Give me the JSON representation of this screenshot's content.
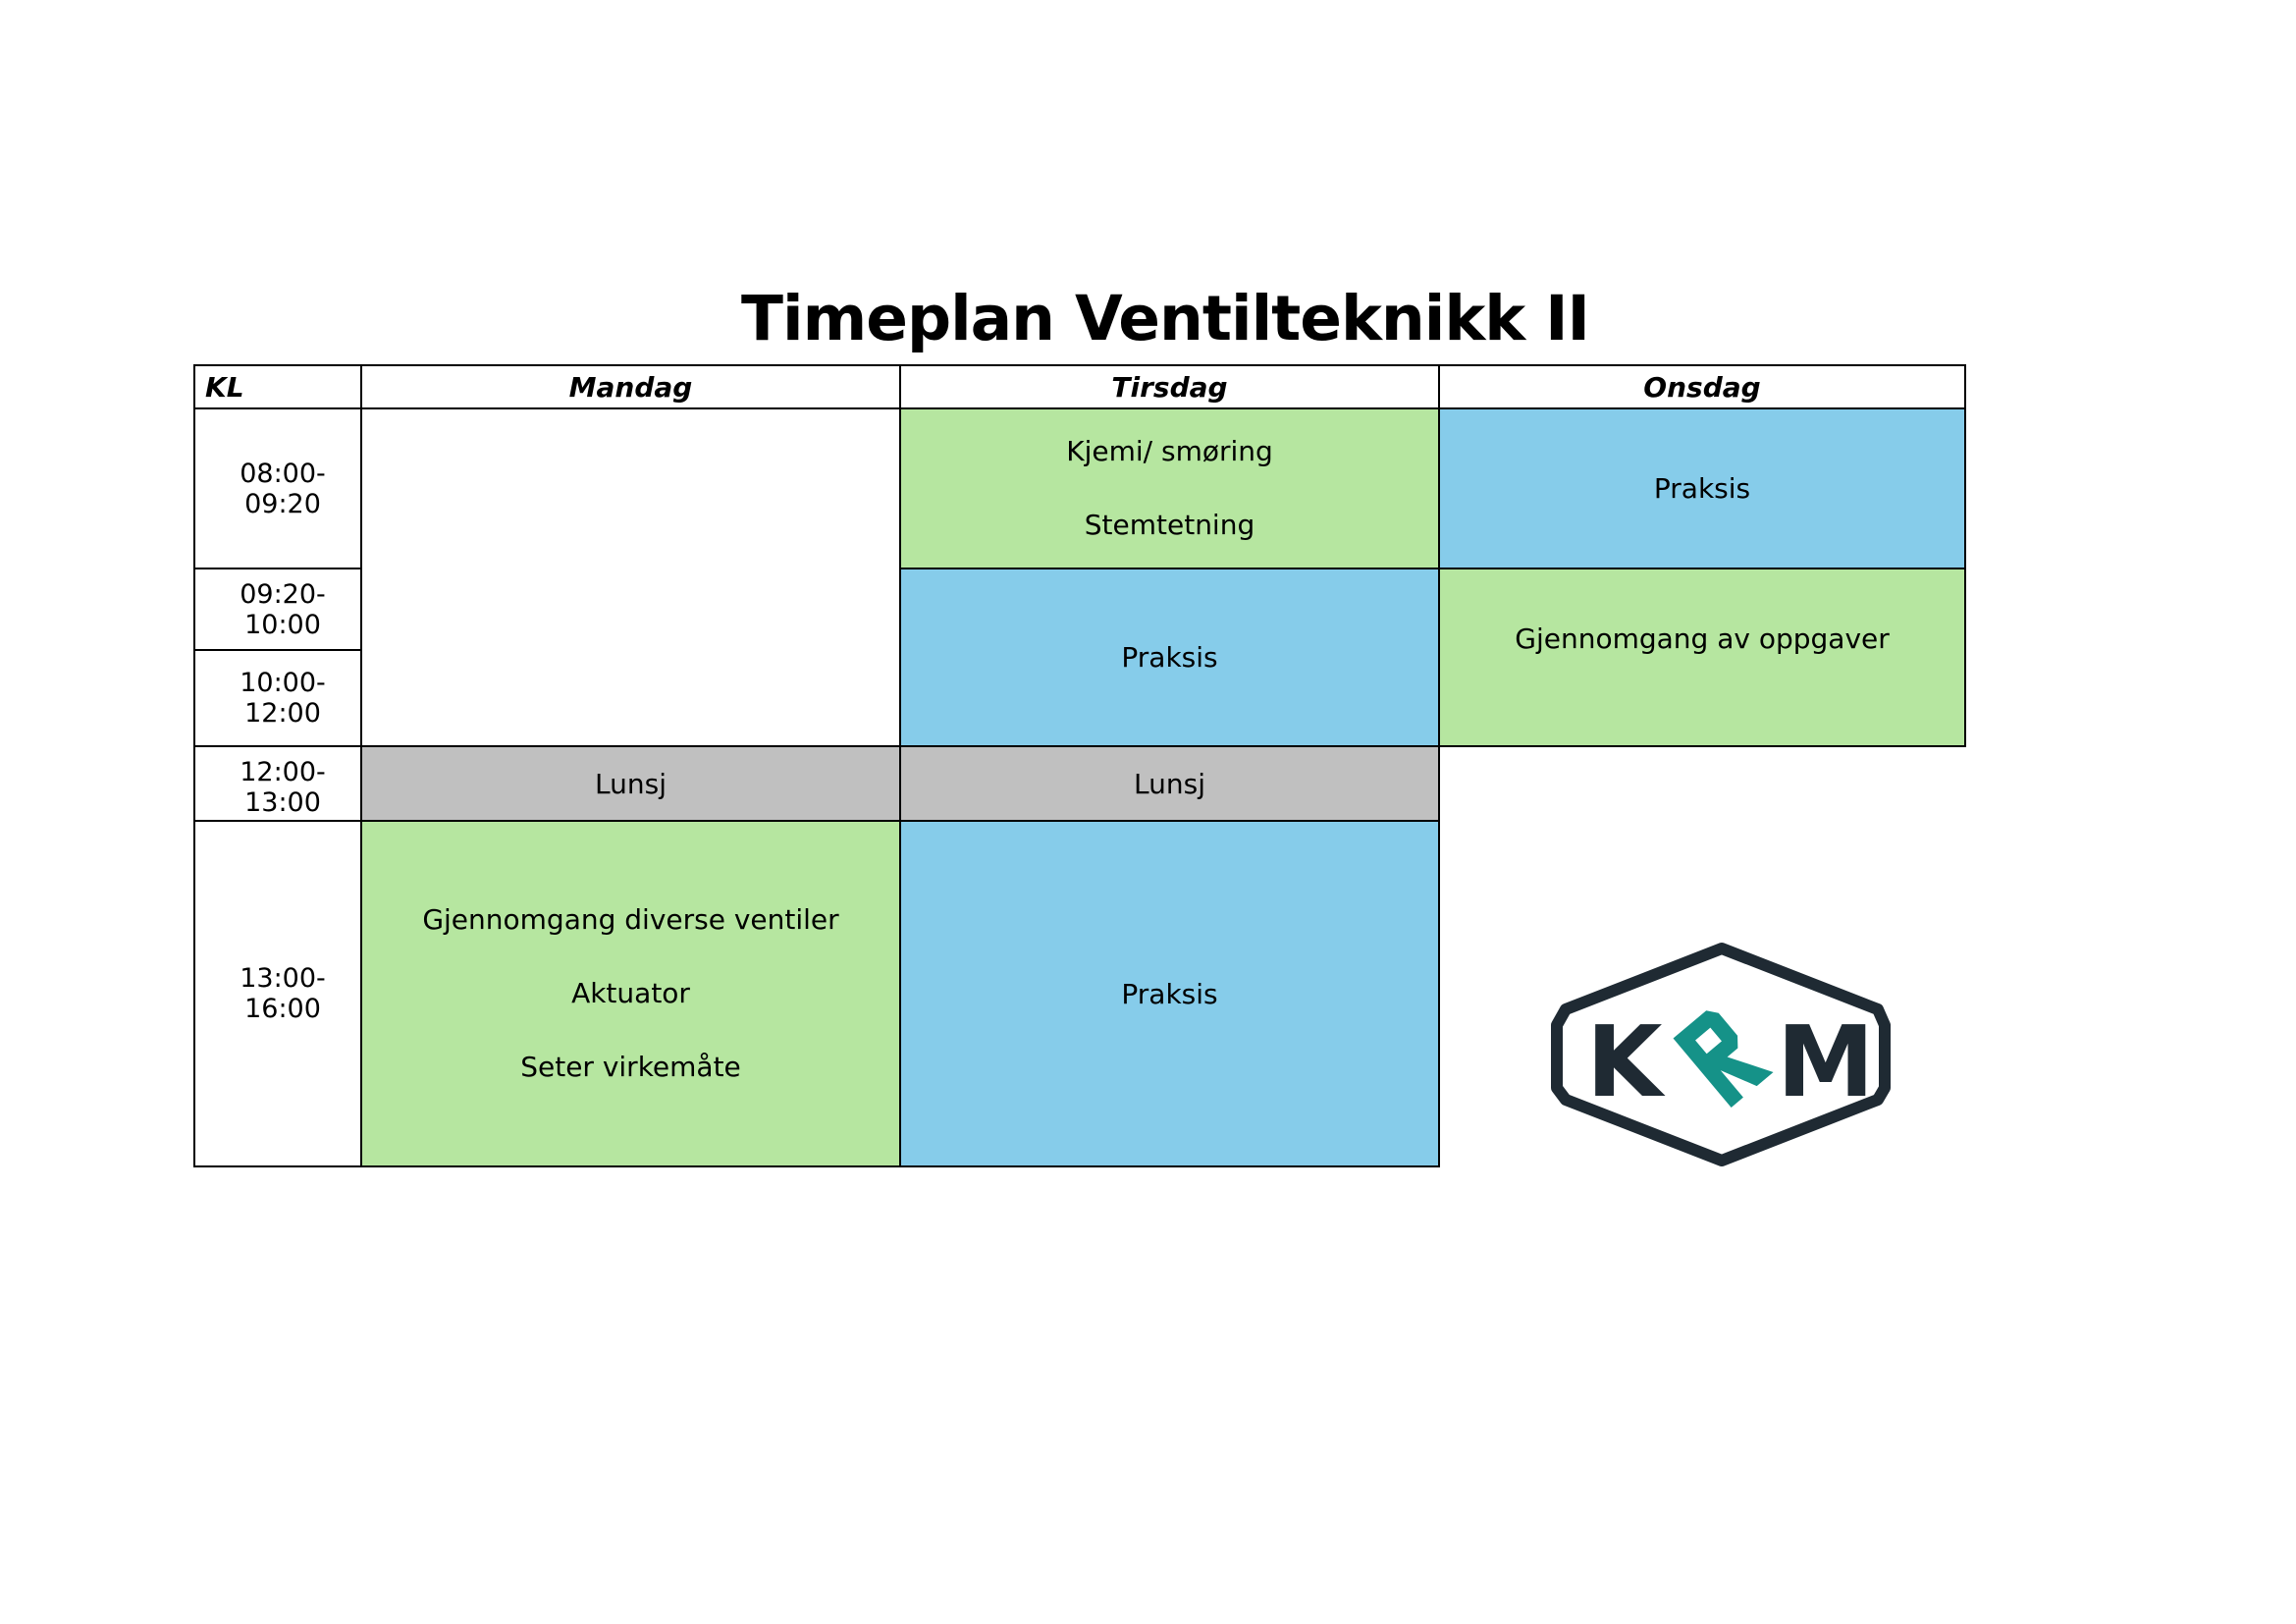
{
  "title": "Timeplan Ventilteknikk II",
  "headers": {
    "kl": "KL",
    "day1": "Mandag",
    "day2": "Tirsdag",
    "day3": "Onsdag"
  },
  "times": {
    "t1": "08:00-09:20",
    "t2": "09:20-10:00",
    "t3": "10:00-12:00",
    "t4": "12:00-13:00",
    "t5": "13:00-16:00"
  },
  "mandag": {
    "lunch": "Lunsj",
    "afternoon": [
      "Gjennomgang diverse ventiler",
      "Aktuator",
      "Seter virkemåte"
    ]
  },
  "tirsdag": {
    "morning": [
      "Kjemi/ smøring",
      "Stemtetning"
    ],
    "mid": "Praksis",
    "lunch": "Lunsj",
    "afternoon": "Praksis"
  },
  "onsdag": {
    "morning": "Praksis",
    "mid": "Gjennomgang av oppgaver"
  },
  "logo": {
    "text_left": "K",
    "text_right": "M",
    "colors": {
      "dark": "#1f2a33",
      "teal": "#159288"
    }
  },
  "colors": {
    "green": "#b6e6a0",
    "blue": "#86ccea",
    "grey": "#c0c0c0"
  }
}
